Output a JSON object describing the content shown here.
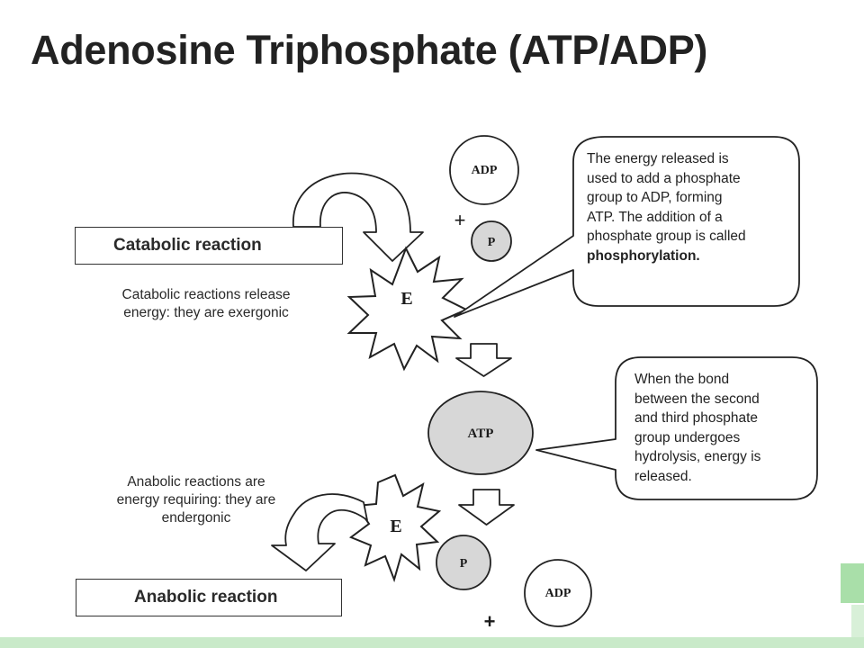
{
  "title": "Adenosine Triphosphate (ATP/ADP)",
  "catabolic": {
    "label": "Catabolic reaction",
    "caption_line1": "Catabolic reactions release",
    "caption_line2": "energy: they are exergonic"
  },
  "anabolic": {
    "label": "Anabolic reaction",
    "caption_line1": "Anabolic reactions are",
    "caption_line2": "energy requiring: they are",
    "caption_line3": "endergonic"
  },
  "molecules": {
    "adp_top": "ADP",
    "p_top": "P",
    "plus_top": "+",
    "energy_top": "E",
    "atp": "ATP",
    "energy_bottom": "E",
    "p_bottom": "P",
    "adp_bottom": "ADP",
    "plus_bottom": "+"
  },
  "callout_phosphorylation": {
    "lines": [
      "The energy released is",
      "used to add a phosphate",
      "group to ADP, forming",
      "ATP. The addition of a",
      "phosphate group is called"
    ],
    "term": "phosphorylation."
  },
  "callout_hydrolysis": {
    "lines": [
      "When the bond",
      "between the second",
      "and third phosphate",
      "group undergoes",
      "hydrolysis, energy is",
      "released."
    ]
  },
  "colors": {
    "shaded_circle": "#d7d7d7",
    "accent_green": "#c9eac9",
    "line": "#222222"
  }
}
